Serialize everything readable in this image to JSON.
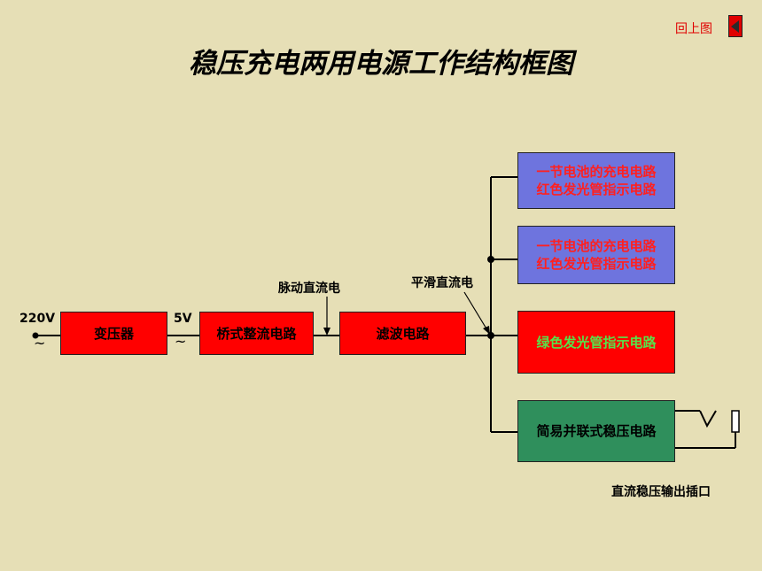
{
  "title": "稳压充电两用电源工作结构框图",
  "nav": {
    "back_label": "回上图"
  },
  "blocks": {
    "transformer": "变压器",
    "bridge": "桥式整流电路",
    "filter": "滤波电路",
    "charge1_line1": "一节电池的充电电路",
    "charge1_line2": "红色发光管指示电路",
    "charge2_line1": "一节电池的充电电路",
    "charge2_line2": "红色发光管指示电路",
    "green_indicator": "绿色发光管指示电路",
    "regulator": "简易并联式稳压电路"
  },
  "labels": {
    "input_voltage": "220V",
    "input_ac": "~",
    "secondary_voltage": "5V",
    "secondary_ac": "~",
    "pulsating_dc": "脉动直流电",
    "smooth_dc": "平滑直流电",
    "dc_output_socket": "直流稳压输出插口"
  },
  "colors": {
    "background": "#e6dfb6",
    "block_red": "#ff0000",
    "block_blue": "#6e74de",
    "block_green": "#2f8f5c",
    "text_red": "#ff2020",
    "text_green": "#57e24a"
  }
}
